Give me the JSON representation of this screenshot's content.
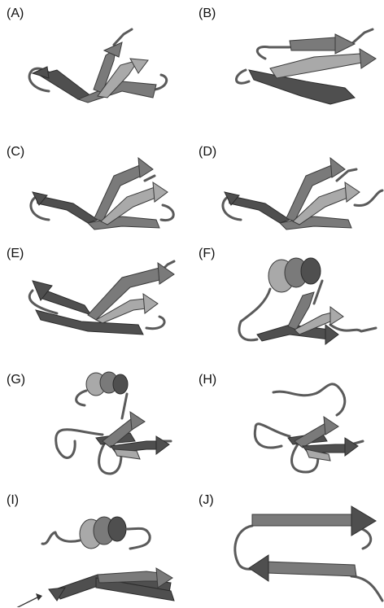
{
  "panels": [
    {
      "id": "A",
      "label": "(A)",
      "has_helix": false,
      "variant": "a"
    },
    {
      "id": "B",
      "label": "(B)",
      "has_helix": false,
      "variant": "b"
    },
    {
      "id": "C",
      "label": "(C)",
      "has_helix": false,
      "variant": "c"
    },
    {
      "id": "D",
      "label": "(D)",
      "has_helix": false,
      "variant": "c"
    },
    {
      "id": "E",
      "label": "(E)",
      "has_helix": false,
      "variant": "e"
    },
    {
      "id": "F",
      "label": "(F)",
      "has_helix": true,
      "variant": "f"
    },
    {
      "id": "G",
      "label": "(G)",
      "has_helix": true,
      "variant": "g"
    },
    {
      "id": "H",
      "label": "(H)",
      "has_helix": false,
      "variant": "h"
    },
    {
      "id": "I",
      "label": "(I)",
      "has_helix": true,
      "variant": "i",
      "has_pointer_arrow": true
    },
    {
      "id": "J",
      "label": "(J)",
      "has_helix": false,
      "variant": "j"
    }
  ],
  "colors": {
    "ribbon": "#7a7a7a",
    "ribbon_light": "#a9a9a9",
    "ribbon_dark": "#4f4f4f",
    "outline": "#3a3a3a",
    "background": "#ffffff"
  }
}
